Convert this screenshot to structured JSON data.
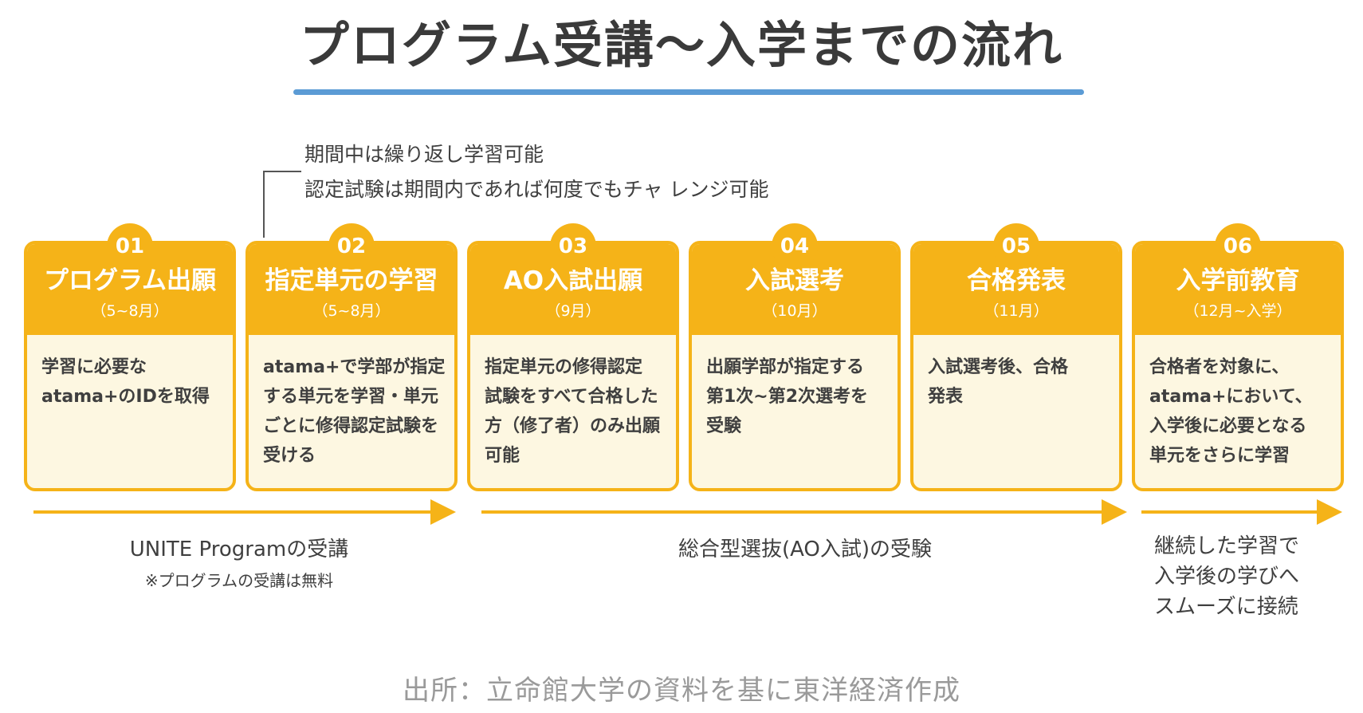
{
  "title": "プログラム受講〜入学までの流れ",
  "note": {
    "line1": "期間中は繰り返し学習可能",
    "line2": "認定試験は期間内であれば何度でもチャ レンジ可能"
  },
  "steps": [
    {
      "number": "01",
      "title": "プログラム出願",
      "period": "（5~8月）",
      "desc": [
        "学習に必要な",
        "atama+のIDを取得"
      ]
    },
    {
      "number": "02",
      "title": "指定単元の学習",
      "period": "（5~8月）",
      "desc": [
        "atama+で学部が指定",
        "する単元を学習・単元",
        "ごとに修得認定試験を",
        "受ける"
      ]
    },
    {
      "number": "03",
      "title": "AO入試出願",
      "period": "（9月）",
      "desc": [
        "指定単元の修得認定",
        "試験をすべて合格した",
        "方（修了者）のみ出願",
        "可能"
      ]
    },
    {
      "number": "04",
      "title": "入試選考",
      "period": "（10月）",
      "desc": [
        "出願学部が指定する",
        "第1次~第2次選考を",
        "受験"
      ]
    },
    {
      "number": "05",
      "title": "合格発表",
      "period": "（11月）",
      "desc": [
        "入試選考後、合格",
        "発表"
      ]
    },
    {
      "number": "06",
      "title": "入学前教育",
      "period": "（12月~入学）",
      "desc": [
        "合格者を対象に、",
        "atama+において、",
        "入学後に必要となる",
        "単元をさらに学習"
      ]
    }
  ],
  "phases": {
    "p1_label": "UNITE Programの受講",
    "p1_note": "※プログラムの受講は無料",
    "p2_label": "総合型選抜(AO入試)の受験",
    "p3_line1": "継続した学習で",
    "p3_line2": "入学後の学びへ",
    "p3_line3": "スムーズに接続"
  },
  "source": "出所：立命館大学の資料を基に東洋経済作成",
  "colors": {
    "accent": "#f5b318",
    "card_bg": "#fdf7e1",
    "underline": "#5b9bd5"
  }
}
